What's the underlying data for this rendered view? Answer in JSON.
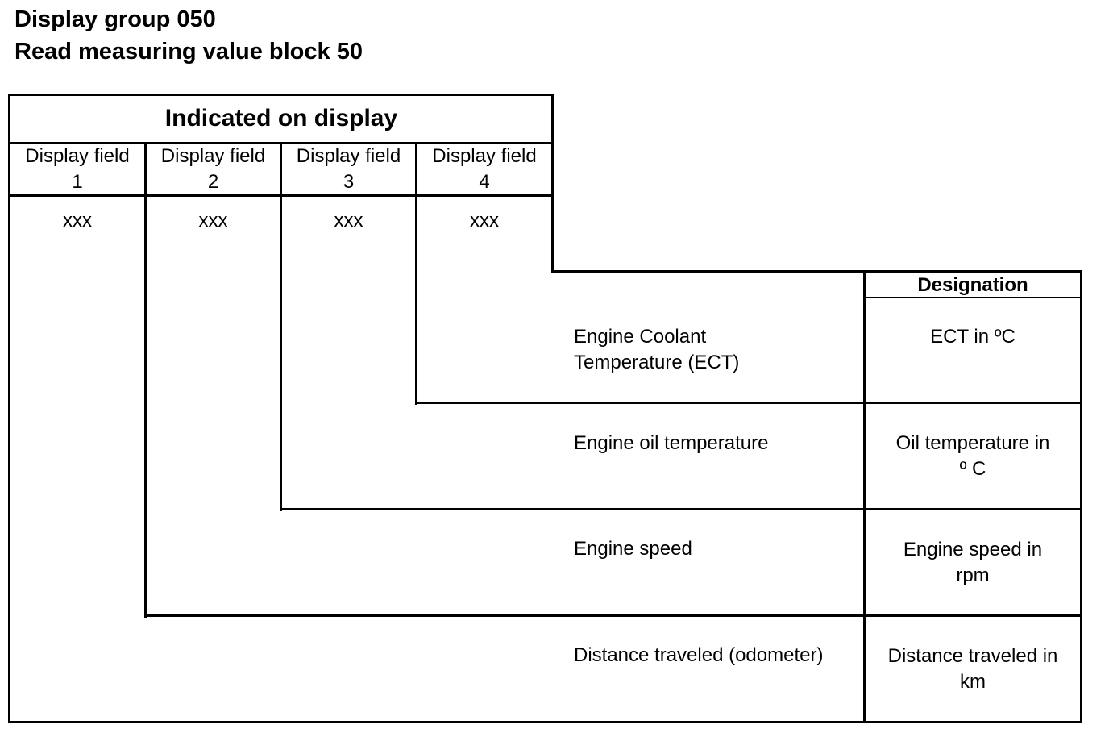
{
  "title": {
    "line1": "Display group 050",
    "line2": "Read measuring value block 50"
  },
  "table": {
    "header": "Indicated on display",
    "designation_header": "Designation",
    "fields": [
      {
        "label": "Display field",
        "number": "1",
        "value": "xxx"
      },
      {
        "label": "Display field",
        "number": "2",
        "value": "xxx"
      },
      {
        "label": "Display field",
        "number": "3",
        "value": "xxx"
      },
      {
        "label": "Display field",
        "number": "4",
        "value": "xxx"
      }
    ],
    "rows": [
      {
        "description_line1": "Engine Coolant",
        "description_line2": "Temperature (ECT)",
        "designation_line1": "ECT in ºC",
        "designation_line2": ""
      },
      {
        "description_line1": "Engine oil temperature",
        "description_line2": "",
        "designation_line1": "Oil temperature in",
        "designation_line2": "º C"
      },
      {
        "description_line1": "Engine speed",
        "description_line2": "",
        "designation_line1": "Engine speed in",
        "designation_line2": "rpm"
      },
      {
        "description_line1": "Distance traveled (odometer)",
        "description_line2": "",
        "designation_line1": "Distance traveled in",
        "designation_line2": "km"
      }
    ]
  }
}
